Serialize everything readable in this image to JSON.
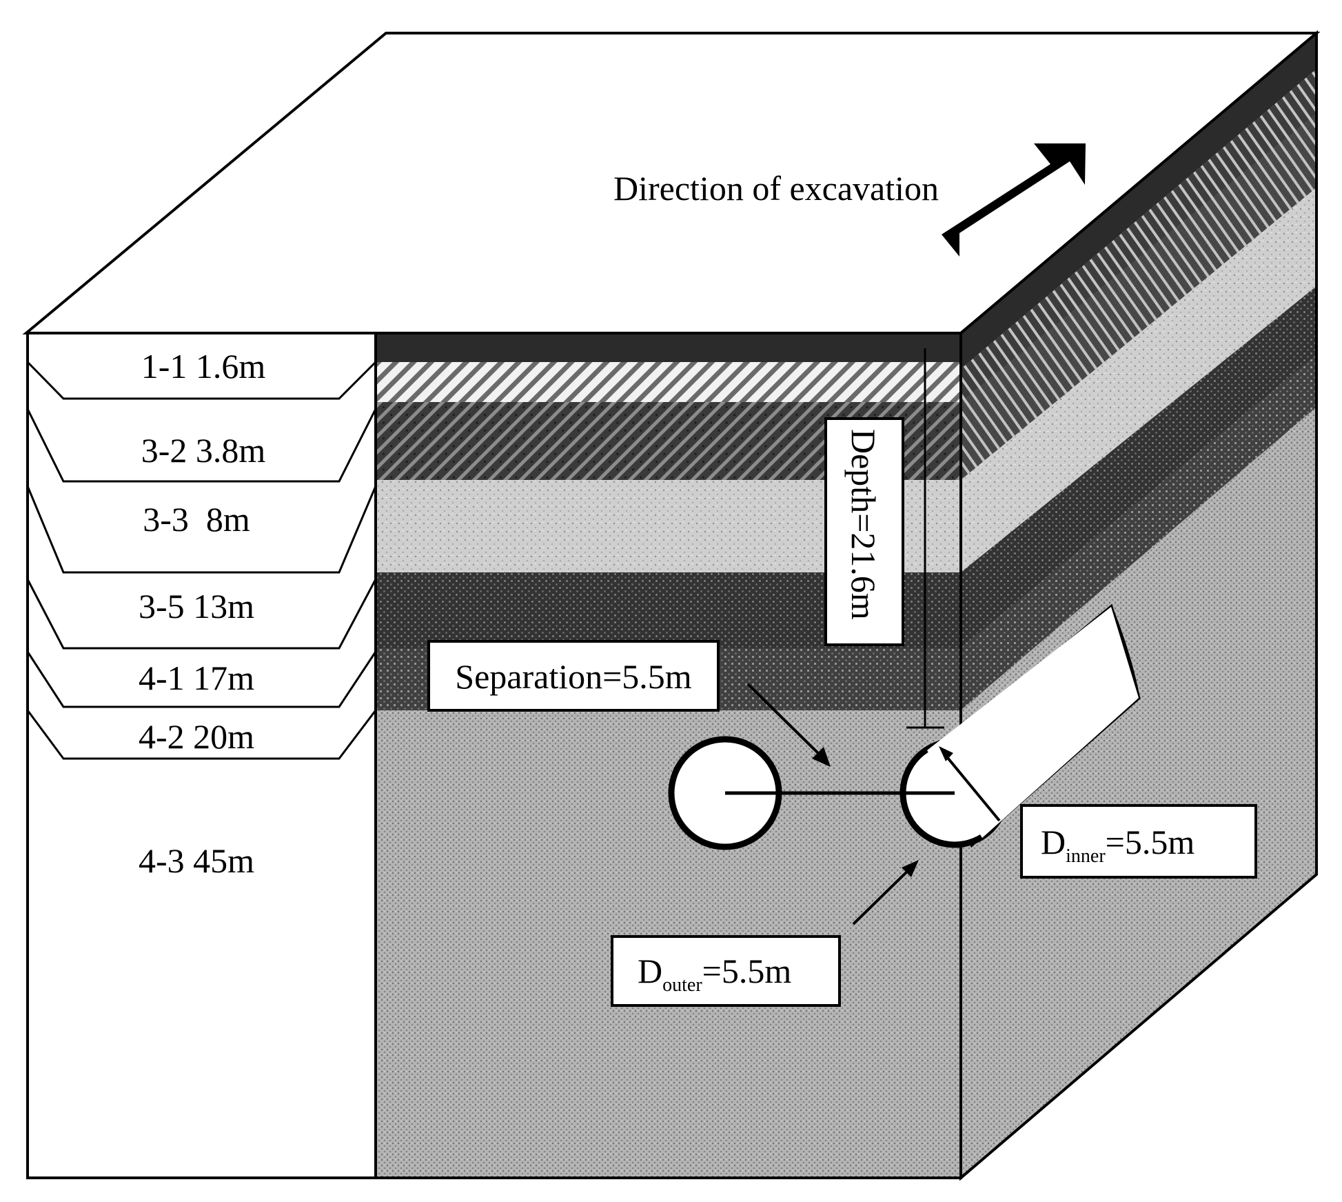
{
  "direction_label": "Direction of excavation",
  "layers": [
    {
      "id": "1-1",
      "depth": "1.6m",
      "label": "1-1 1.6m",
      "pattern": "solid-dark"
    },
    {
      "id": "3-2",
      "depth": "3.8m",
      "label": "3-2 3.8m",
      "pattern": "diagonal-hatch"
    },
    {
      "id": "3-3",
      "depth": "8m",
      "label": "3-3  8m",
      "pattern": "light-dotted"
    },
    {
      "id": "3-5",
      "depth": "13m",
      "label": "3-5 13m",
      "pattern": "dark-dotted"
    },
    {
      "id": "4-1",
      "depth": "17m",
      "label": "4-1 17m",
      "pattern": "dark-dotted"
    },
    {
      "id": "4-2",
      "depth": "20m",
      "label": "4-2 20m",
      "pattern": "dark-dotted"
    },
    {
      "id": "4-3",
      "depth": "45m",
      "label": "4-3 45m",
      "pattern": "medium-dotted"
    }
  ],
  "annotations": {
    "depth": "Depth=21.6m",
    "separation": "Separation=5.5m",
    "d_inner": {
      "symbol": "D",
      "subscript": "inner",
      "value": "=5.5m"
    },
    "d_outer": {
      "symbol": "D",
      "subscript": "outer",
      "value": "=5.5m"
    }
  },
  "colors": {
    "line": "#000000",
    "background": "#ffffff",
    "layer_dark": "#2b2b2b",
    "layer_light": "#c9c9c9",
    "layer_medium": "#a5a5a5"
  }
}
